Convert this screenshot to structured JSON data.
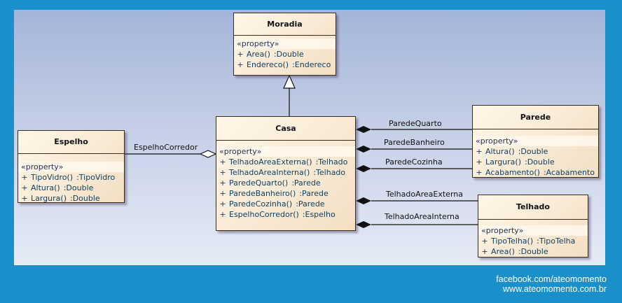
{
  "diagram": {
    "classes": {
      "moradia": {
        "name": "Moradia",
        "stereotype": "«property»",
        "attrs": [
          {
            "vis": "+",
            "sig": "Area()",
            "type": ":Double"
          },
          {
            "vis": "+",
            "sig": "Endereco()",
            "type": ":Endereco"
          }
        ]
      },
      "casa": {
        "name": "Casa",
        "stereotype": "«property»",
        "attrs": [
          {
            "vis": "+",
            "sig": "TelhadoAreaExterna()",
            "type": ":Telhado"
          },
          {
            "vis": "+",
            "sig": "TelhadoAreaInterna()",
            "type": ":Telhado"
          },
          {
            "vis": "+",
            "sig": "ParedeQuarto()",
            "type": ":Parede"
          },
          {
            "vis": "+",
            "sig": "ParedeBanheiro()",
            "type": ":Parede"
          },
          {
            "vis": "+",
            "sig": "ParedeCozinha()",
            "type": ":Parede"
          },
          {
            "vis": "+",
            "sig": "EspelhoCorredor()",
            "type": ":Espelho"
          }
        ]
      },
      "espelho": {
        "name": "Espelho",
        "stereotype": "«property»",
        "attrs": [
          {
            "vis": "+",
            "sig": "TipoVidro()",
            "type": ":TipoVidro"
          },
          {
            "vis": "+",
            "sig": "Altura()",
            "type": ":Double"
          },
          {
            "vis": "+",
            "sig": "Largura()",
            "type": ":Double"
          }
        ]
      },
      "parede": {
        "name": "Parede",
        "stereotype": "«property»",
        "attrs": [
          {
            "vis": "+",
            "sig": "Altura()",
            "type": ":Double"
          },
          {
            "vis": "+",
            "sig": "Largura()",
            "type": ":Double"
          },
          {
            "vis": "+",
            "sig": "Acabamento()",
            "type": ":Acabamento"
          }
        ]
      },
      "telhado": {
        "name": "Telhado",
        "stereotype": "«property»",
        "attrs": [
          {
            "vis": "+",
            "sig": "TipoTelha()",
            "type": ":TipoTelha"
          },
          {
            "vis": "+",
            "sig": "Area()",
            "type": ":Double"
          }
        ]
      }
    },
    "links": {
      "espelho_corredor": "EspelhoCorredor",
      "parede_quarto": "ParedeQuarto",
      "parede_banheiro": "ParedeBanheiro",
      "parede_cozinha": "ParedeCozinha",
      "telhado_externa": "TelhadoAreaExterna",
      "telhado_interna": "TelhadoAreaInterna"
    }
  },
  "footer": {
    "facebook": "facebook.com/ateomomento",
    "site": "www.ateomomento.com.br"
  }
}
